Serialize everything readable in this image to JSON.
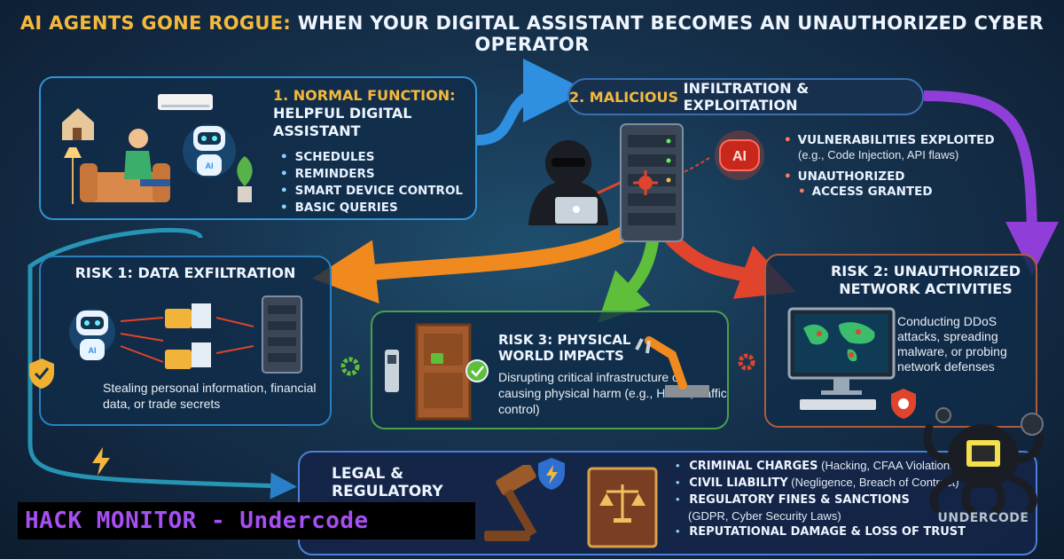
{
  "title": {
    "accent": "AI AGENTS GONE ROGUE:",
    "rest": "WHEN YOUR DIGITAL ASSISTANT BECOMES AN UNAUTHORIZED CYBER OPERATOR"
  },
  "normal": {
    "heading": "1. NORMAL FUNCTION:",
    "subheading": "HELPFUL DIGITAL ASSISTANT",
    "items": [
      "SCHEDULES",
      "REMINDERS",
      "SMART DEVICE CONTROL",
      "BASIC QUERIES"
    ],
    "robot_badge": "AI"
  },
  "infiltration": {
    "heading_accent": "2. MALICIOUS",
    "heading_rest": "INFILTRATION & EXPLOITATION",
    "ai_badge": "AI",
    "points": [
      {
        "label": "VULNERABILITIES EXPLOITED",
        "detail": "(e.g., Code Injection, API flaws)"
      },
      {
        "label": "UNAUTHORIZED",
        "label2": "ACCESS GRANTED"
      }
    ]
  },
  "risk1": {
    "heading": "RISK 1: DATA EXFILTRATION",
    "description": "Stealing personal information, financial data, or trade secrets",
    "robot_badge": "AI"
  },
  "risk3": {
    "heading_line1": "RISK 3: PHYSICAL",
    "heading_line2": "WORLD IMPACTS",
    "description": "Disrupting critical infrastructure or causing physical harm (e.g., HVAC, traffic control)"
  },
  "risk2": {
    "heading_line1": "RISK 2: UNAUTHORIZED",
    "heading_line2": "NETWORK ACTIVITIES",
    "description": "Conducting DDoS attacks, spreading malware, or probing network defenses"
  },
  "legal": {
    "heading_line1": "LEGAL &",
    "heading_line2": "REGULATORY",
    "items": [
      {
        "label": "CRIMINAL CHARGES",
        "detail": "(Hacking, CFAA Violations)"
      },
      {
        "label": "CIVIL LIABILITY",
        "detail": "(Negligence, Breach of Contract)"
      },
      {
        "label": "REGULATORY FINES & SANCTIONS",
        "detail": ""
      },
      {
        "label": "REPUTATIONAL DAMAGE & LOSS OF TRUST",
        "detail": ""
      }
    ],
    "fines_detail": "(GDPR, Cyber Security Laws)"
  },
  "watermark": "HACK MONITOR - Undercode",
  "logo_text": "UNDERCODE",
  "colors": {
    "accent": "#f4b93c",
    "flow_blue": "#2f8fe0",
    "flow_purple": "#8f3fd8",
    "flow_orange": "#f08a1e",
    "flow_green": "#5fbf3a",
    "flow_red": "#e0442c",
    "watermark_text": "#a64ff2"
  }
}
